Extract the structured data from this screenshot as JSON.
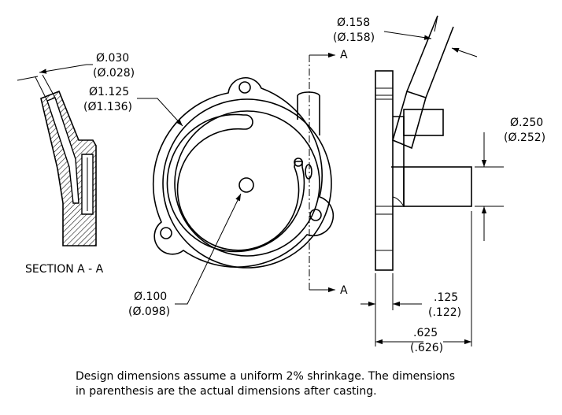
{
  "section_label": "SECTION A - A",
  "cut_plane": {
    "top_letter": "A",
    "bottom_letter": "A"
  },
  "dimensions": {
    "wall": {
      "design": "Ø.030",
      "actual": "(Ø.028)"
    },
    "bore_diameter": {
      "design": "Ø1.125",
      "actual": "(Ø1.136)"
    },
    "center_hole": {
      "design": "Ø.100",
      "actual": "(Ø.098)"
    },
    "angled_port": {
      "design": "Ø.158",
      "actual": "(Ø.158)"
    },
    "side_boss": {
      "design": "Ø.250",
      "actual": "(Ø.252)"
    },
    "flange_thickness": {
      "design": ".125",
      "actual": "(.122)"
    },
    "overall_depth": {
      "design": ".625",
      "actual": "(.626)"
    }
  },
  "caption": {
    "line1": "Design dimensions assume a uniform 2% shrinkage.  The dimensions",
    "line2": "in parenthesis are the actual dimensions after casting."
  }
}
